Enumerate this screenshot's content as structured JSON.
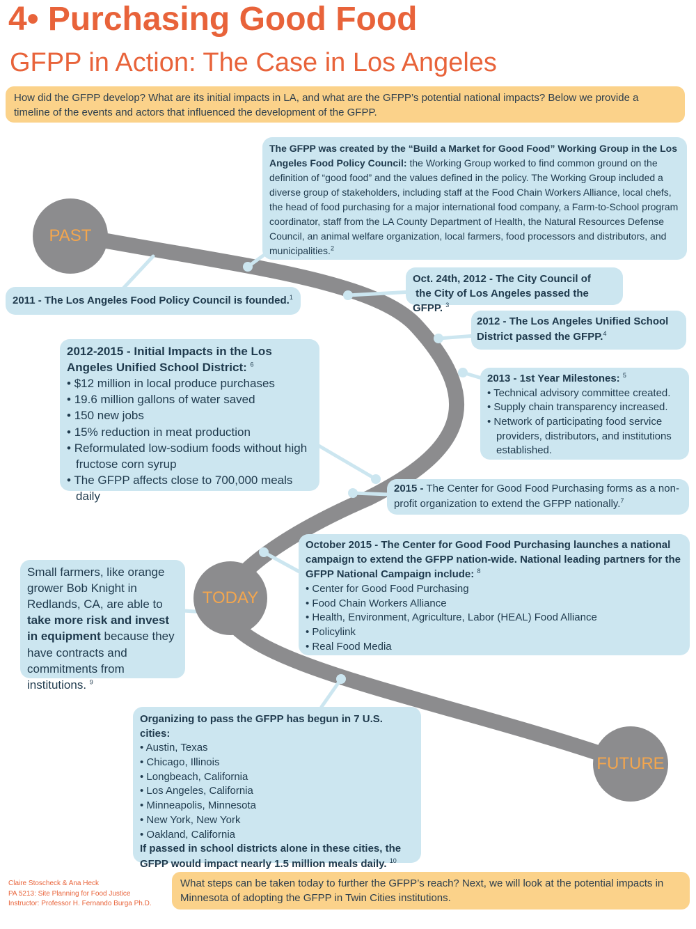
{
  "header": {
    "title": "4• Purchasing Good Food",
    "subtitle": "GFPP in Action: The Case in Los Angeles"
  },
  "intro": "How did the GFPP develop?  What are its initial impacts in LA, and what are the GFPP’s potential national impacts?  Below we provide a timeline of the events and actors that influenced the development of the GFPP.",
  "eras": {
    "past": "PAST",
    "today": "TODAY",
    "future": "FUTURE"
  },
  "events": {
    "working_group": {
      "bold": "The GFPP was created by the “Build a Market for Good Food” Working Group in the Los Angeles Food Policy Council:",
      "text": " the Working Group worked to find common ground on the definition of “good food” and the values defined in the policy.  The Working Group included a diverse group of stakeholders, including staff at the Food Chain Workers Alliance, local chefs, the head of food purchasing for a major international food company, a Farm-to-School program coordinator, staff from the LA County Department of Health, the Natural Resources Defense Council, an animal welfare organization, local farmers, food processors and distributors, and municipalities.",
      "note": "2"
    },
    "founded": {
      "text": "2011 -  The Los Angeles Food Policy Council is founded.",
      "note": "1"
    },
    "city_council": {
      "line1": "Oct. 24th, 2012 - The City Council of",
      "line2": "the City of Los Angeles passed the GFPP.",
      "note": "3"
    },
    "lausd": {
      "text": "2012 - The Los Angeles Unified School District passed the GFPP.",
      "note": "4"
    },
    "impacts": {
      "heading": "2012-2015 - Initial Impacts in the Los Angeles Unified School District:",
      "note": "6",
      "items": [
        "$12 million in local produce purchases",
        "19.6 million gallons of water saved",
        "150 new jobs",
        "15% reduction in meat production",
        "Reformulated low-sodium foods without high fructose corn syrup",
        "The GFPP affects close to 700,000 meals daily"
      ]
    },
    "milestones": {
      "heading": "2013 - 1st Year Milestones:",
      "note": "5",
      "items": [
        "Technical advisory committee created.",
        "Supply chain transparency increased.",
        "Network of participating food service providers, distributors, and institutions established."
      ]
    },
    "center": {
      "bold": "2015 -",
      "text": " The Center for Good Food Purchasing forms as a non-profit organization to extend the GFPP nationally.",
      "note": "7"
    },
    "campaign": {
      "heading": "October 2015 - The Center for Good Food Purchasing launches a national campaign to extend the GFPP nation-wide.  National leading partners for the GFPP National Campaign include:",
      "note": "8",
      "items": [
        "Center for Good Food Purchasing",
        "Food Chain Workers Alliance",
        "Health, Environment, Agriculture, Labor (HEAL) Food Alliance",
        "Policylink",
        "Real Food Media"
      ]
    },
    "farmers": {
      "t1": "Small farmers, like orange grower Bob Knight in Redlands, CA, are able to ",
      "bold": "take more risk and invest in equipment",
      "t2": " because they have contracts and commitments from institutions.",
      "note": "9"
    },
    "cities": {
      "heading": "Organizing to pass the GFPP has begun in 7 U.S. cities:",
      "items": [
        "Austin, Texas",
        "Chicago, Illinois",
        "Longbeach, California",
        "Los Angeles, California",
        "Minneapolis, Minnesota",
        "New York, New York",
        "Oakland, California"
      ],
      "footer": "If passed in school districts alone in these cities, the GFPP would impact nearly 1.5 million meals daily.",
      "note": "10"
    }
  },
  "outro": "What steps can be taken today to further the GFPP’s reach?  Next, we will look at the potential impacts in Minnesota of adopting the GFPP in Twin Cities institutions.",
  "credits": [
    "Claire Stoscheck & Ana Heck",
    "PA 5213: Site Planning for Food Justice",
    "Instructor: Professor H. Fernando Burga Ph.D."
  ],
  "colors": {
    "accent": "#e8633a",
    "path": "#8c8c8e",
    "box": "#cce6f0",
    "note_box": "#fbd28a",
    "era_text": "#f4a64d"
  }
}
